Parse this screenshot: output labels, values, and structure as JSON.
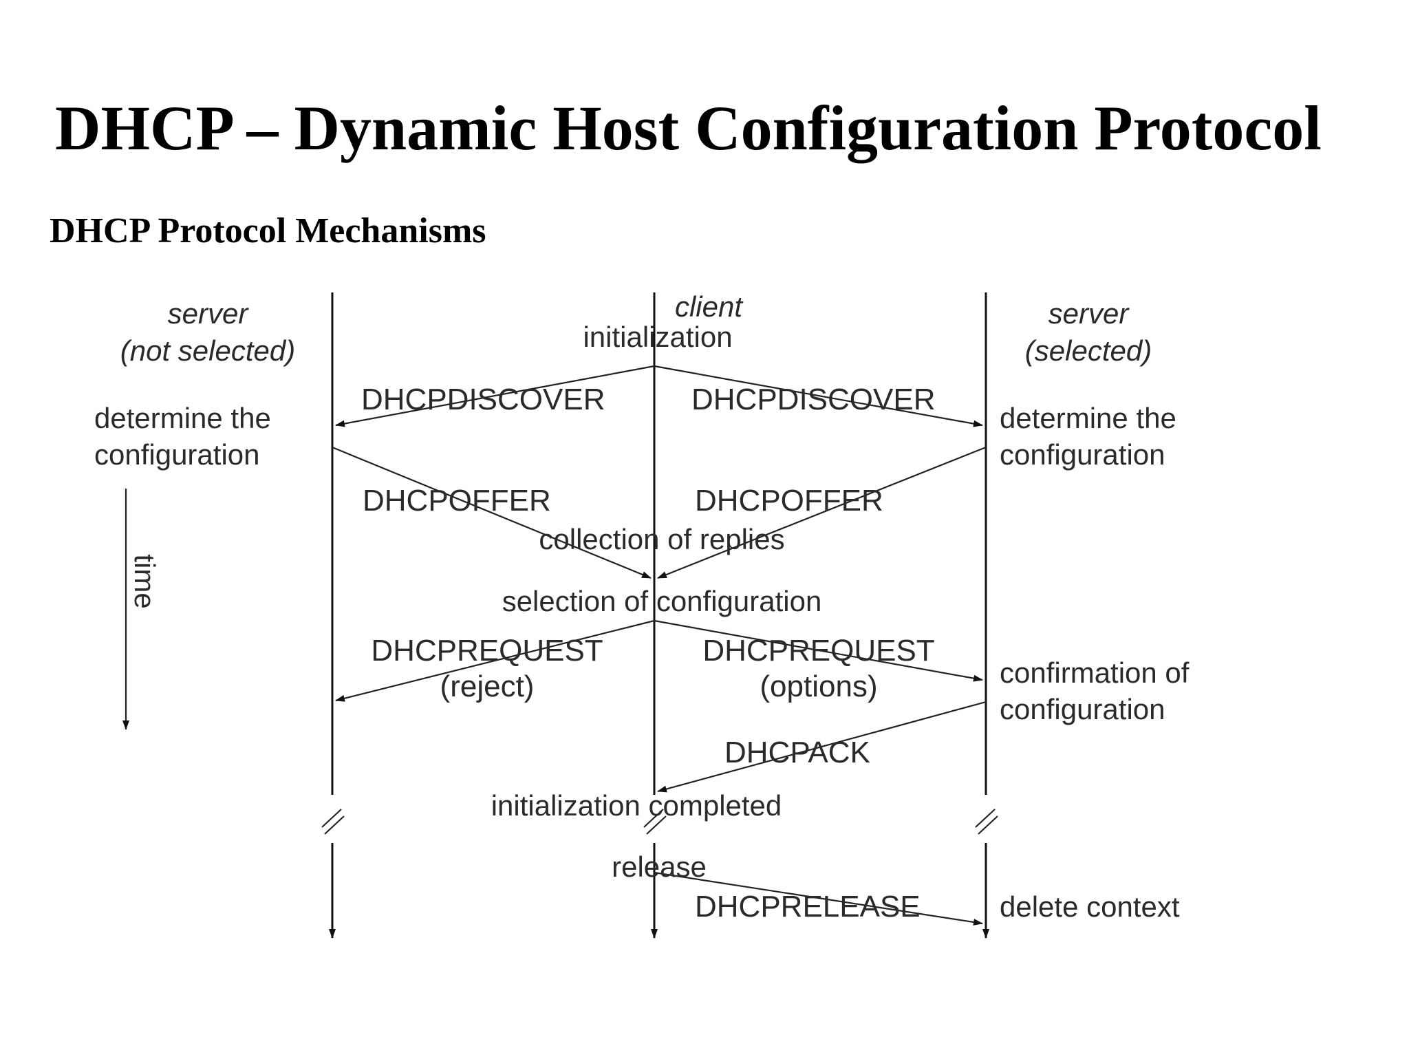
{
  "slide": {
    "title": "DHCP – Dynamic Host Configuration Protocol",
    "subtitle": "DHCP Protocol Mechanisms"
  },
  "diagram": {
    "participants": {
      "left": [
        "server",
        "(not selected)"
      ],
      "center": [
        "client",
        "initialization"
      ],
      "right": [
        "server",
        "(selected)"
      ]
    },
    "time_label": "time",
    "left_notes": {
      "determine": [
        "determine the",
        "configuration"
      ]
    },
    "right_notes": {
      "determine": [
        "determine the",
        "configuration"
      ],
      "confirmation": [
        "confirmation of",
        "configuration"
      ],
      "delete": "delete context"
    },
    "center_notes": {
      "collection": "collection of replies",
      "selection": "selection of configuration",
      "completed": "initialization completed",
      "release": "release"
    },
    "messages": {
      "discover_left": "DHCPDISCOVER",
      "discover_right": "DHCPDISCOVER",
      "offer_left": "DHCPOFFER",
      "offer_right": "DHCPOFFER",
      "request_left": [
        "DHCPREQUEST",
        "(reject)"
      ],
      "request_right": [
        "DHCPREQUEST",
        "(options)"
      ],
      "ack": "DHCPACK",
      "release": "DHCPRELEASE"
    }
  }
}
